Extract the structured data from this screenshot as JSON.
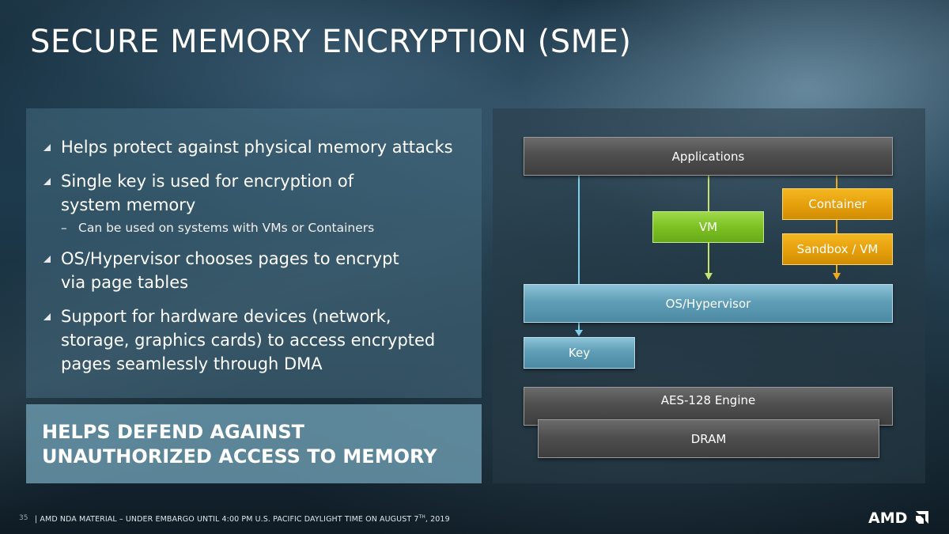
{
  "slide": {
    "title": "SECURE MEMORY ENCRYPTION (SME)"
  },
  "bullets": [
    "Helps protect against physical memory attacks",
    "Single key is used for encryption of system memory",
    "OS/Hypervisor chooses pages to encrypt via page tables",
    "Support for hardware devices (network, storage, graphics cards) to access encrypted pages seamlessly through DMA"
  ],
  "subbullet": "Can be used on systems with VMs or Containers",
  "callout": "HELPS DEFEND AGAINST UNAUTHORIZED ACCESS TO MEMORY",
  "diagram": {
    "applications": "Applications",
    "container": "Container",
    "vm": "VM",
    "sandbox": "Sandbox / VM",
    "os_hypervisor": "OS/Hypervisor",
    "key": "Key",
    "aes_engine": "AES-128 Engine",
    "dram": "DRAM",
    "colors": {
      "vm_green": "#79bf21",
      "container_orange": "#e59f0b",
      "hypervisor_blue": "#5f9eb6",
      "arrow_green": "#c5e26a",
      "arrow_orange": "#f0a91a",
      "arrow_blue": "#7fd0ec"
    }
  },
  "footer": {
    "page_number": "35",
    "disclaimer_prefix": "| AMD NDA MATERIAL – UNDER EMBARGO UNTIL 4:00 PM U.S. PACIFIC DAYLIGHT TIME ON AUGUST 7",
    "disclaimer_sup": "TH",
    "disclaimer_suffix": ", 2019",
    "logo_text": "AMD"
  }
}
